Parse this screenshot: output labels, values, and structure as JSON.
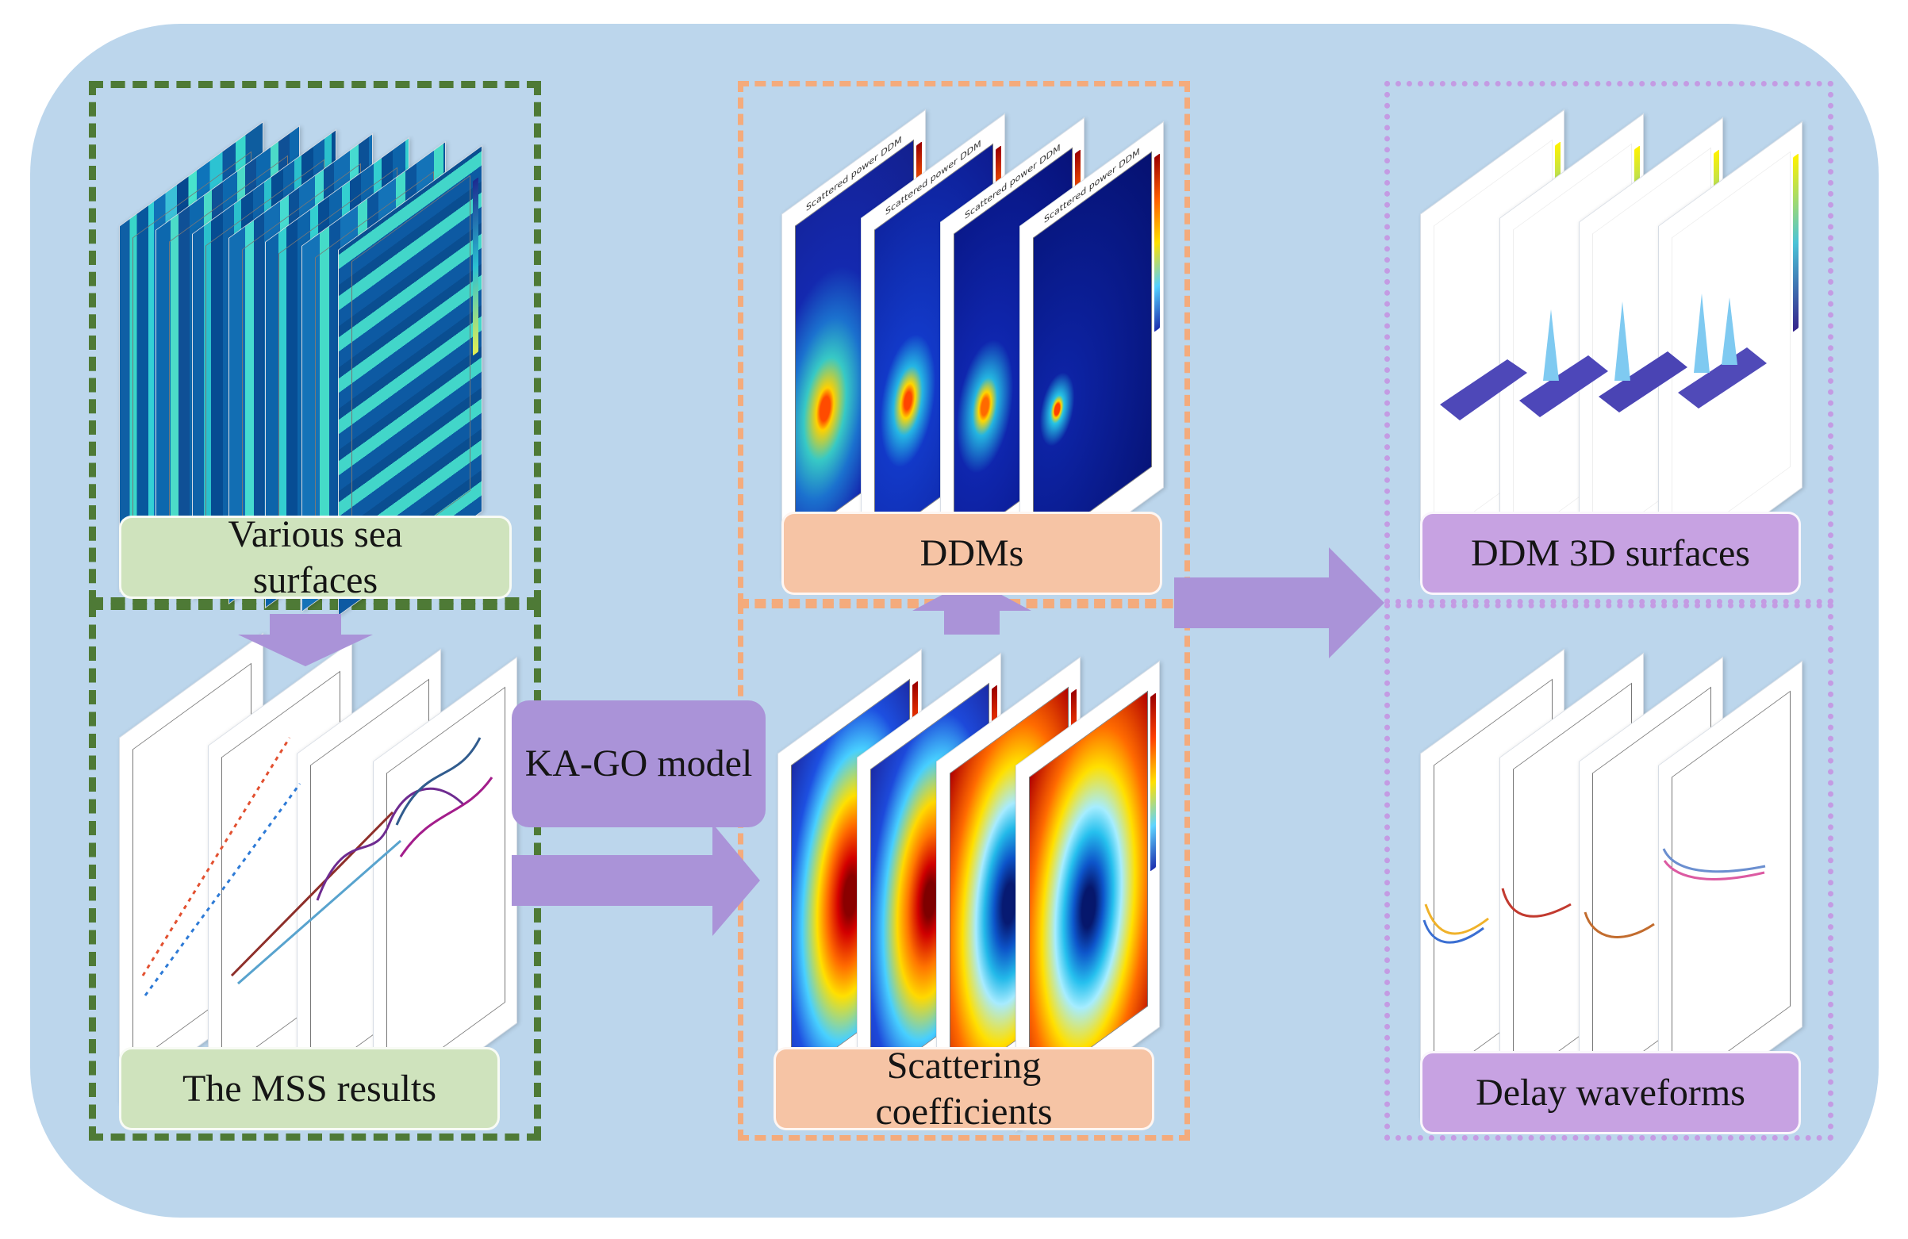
{
  "labels": {
    "various_sea_surfaces": "Various sea surfaces",
    "mss_results": "The MSS results",
    "model": "KA-GO model",
    "ddms": "DDMs",
    "scattering_coefficients": "Scattering coefficients",
    "ddm_3d_surfaces": "DDM 3D surfaces",
    "delay_waveforms": "Delay waveforms"
  },
  "colors": {
    "background_panel": "#bcd6ec",
    "green_group": "#4e7a36",
    "orange_group": "#f4ab7c",
    "purple_group": "#c49be3",
    "green_label": "#cfe3bd",
    "orange_label": "#f6c4a5",
    "purple_label": "#c7a2e2",
    "arrow": "#aa93d8"
  },
  "icons": [
    "sea-surface-thumbnails",
    "mss-result-plots",
    "ddm-heatmaps",
    "scattering-coefficient-maps",
    "ddm-3d-surface-plots",
    "delay-waveform-plots"
  ],
  "thumbnail_text": {
    "ddm_title": "Scattered power DDM"
  }
}
